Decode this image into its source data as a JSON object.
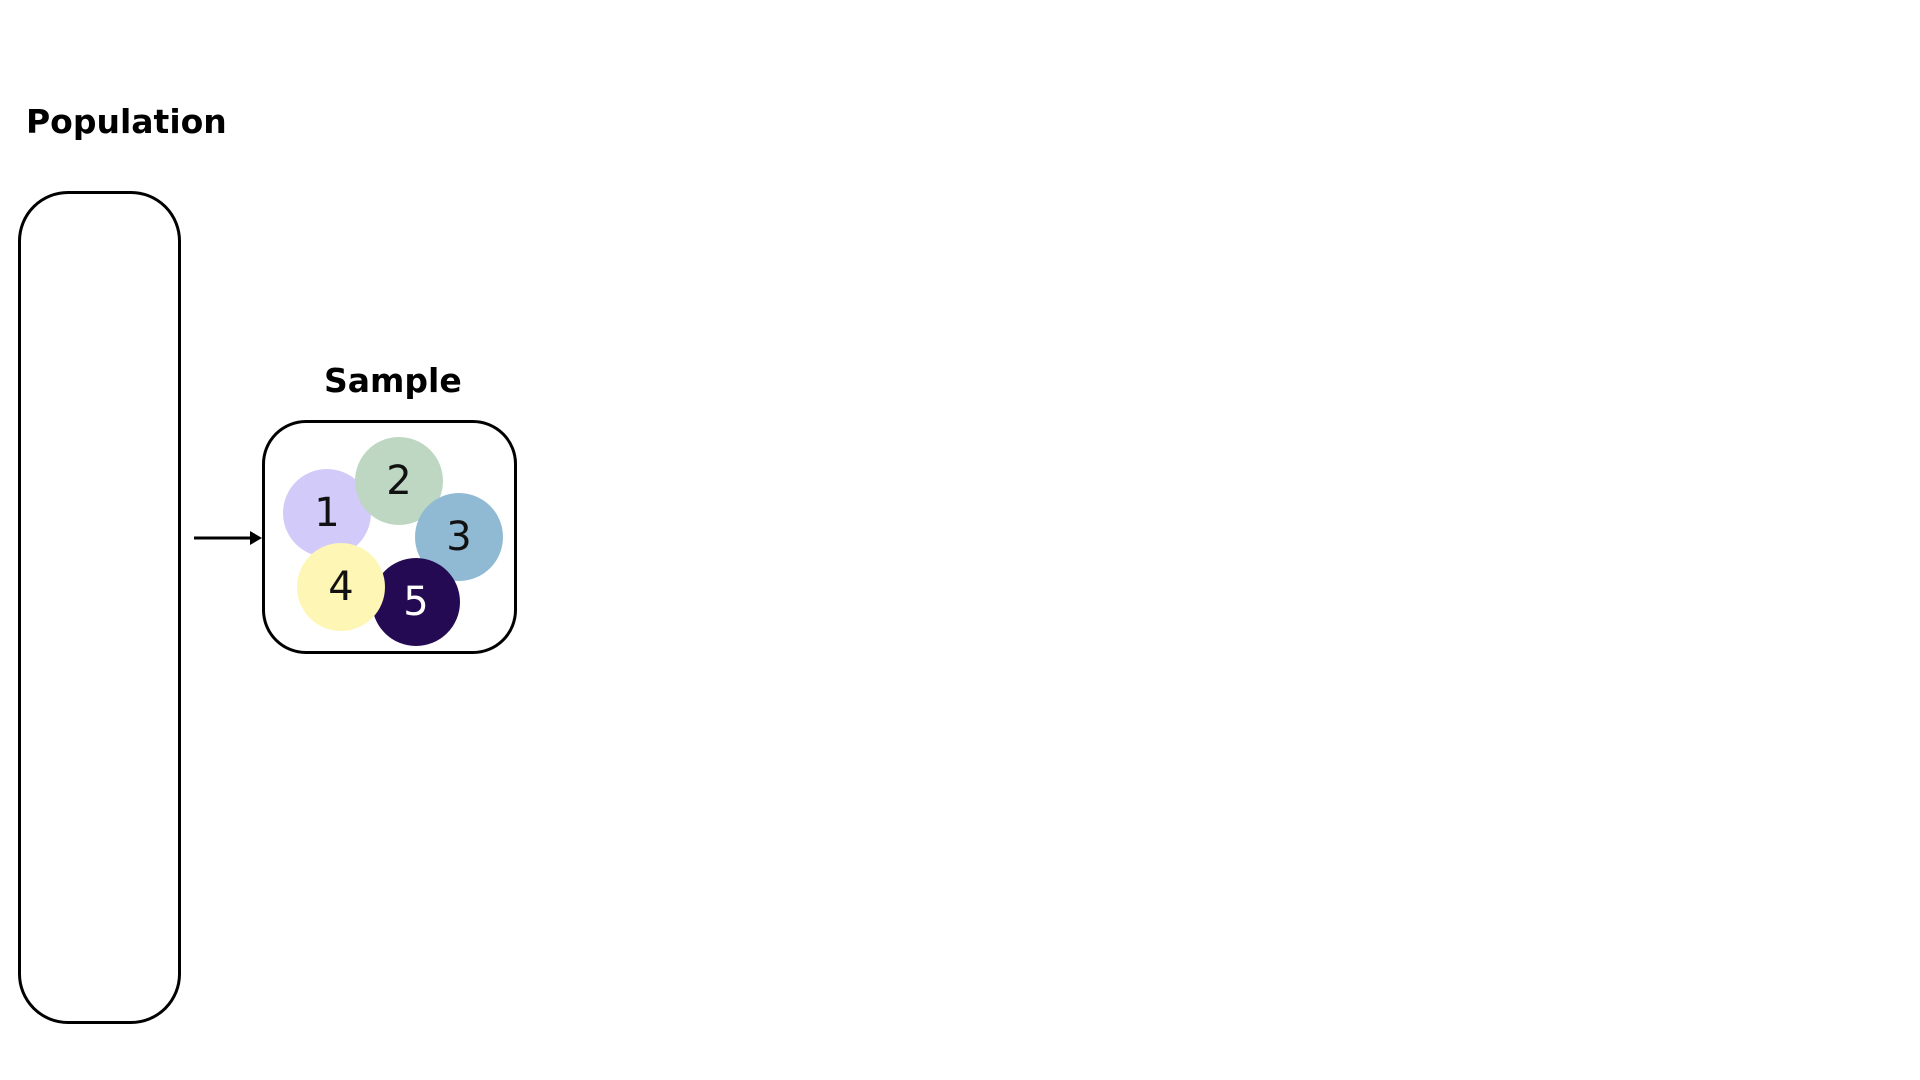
{
  "labels": {
    "population": "Population",
    "sample": "Sample"
  },
  "sample": {
    "items": [
      {
        "number": "1",
        "color": "#d2cbfa",
        "text_color": "#111111"
      },
      {
        "number": "2",
        "color": "#bdd7c3",
        "text_color": "#111111"
      },
      {
        "number": "3",
        "color": "#90bad3",
        "text_color": "#111111"
      },
      {
        "number": "4",
        "color": "#fdf6b4",
        "text_color": "#111111"
      },
      {
        "number": "5",
        "color": "#230a52",
        "text_color": "#ffffff"
      }
    ]
  },
  "colors": {
    "stroke": "#000000",
    "background": "#ffffff"
  }
}
